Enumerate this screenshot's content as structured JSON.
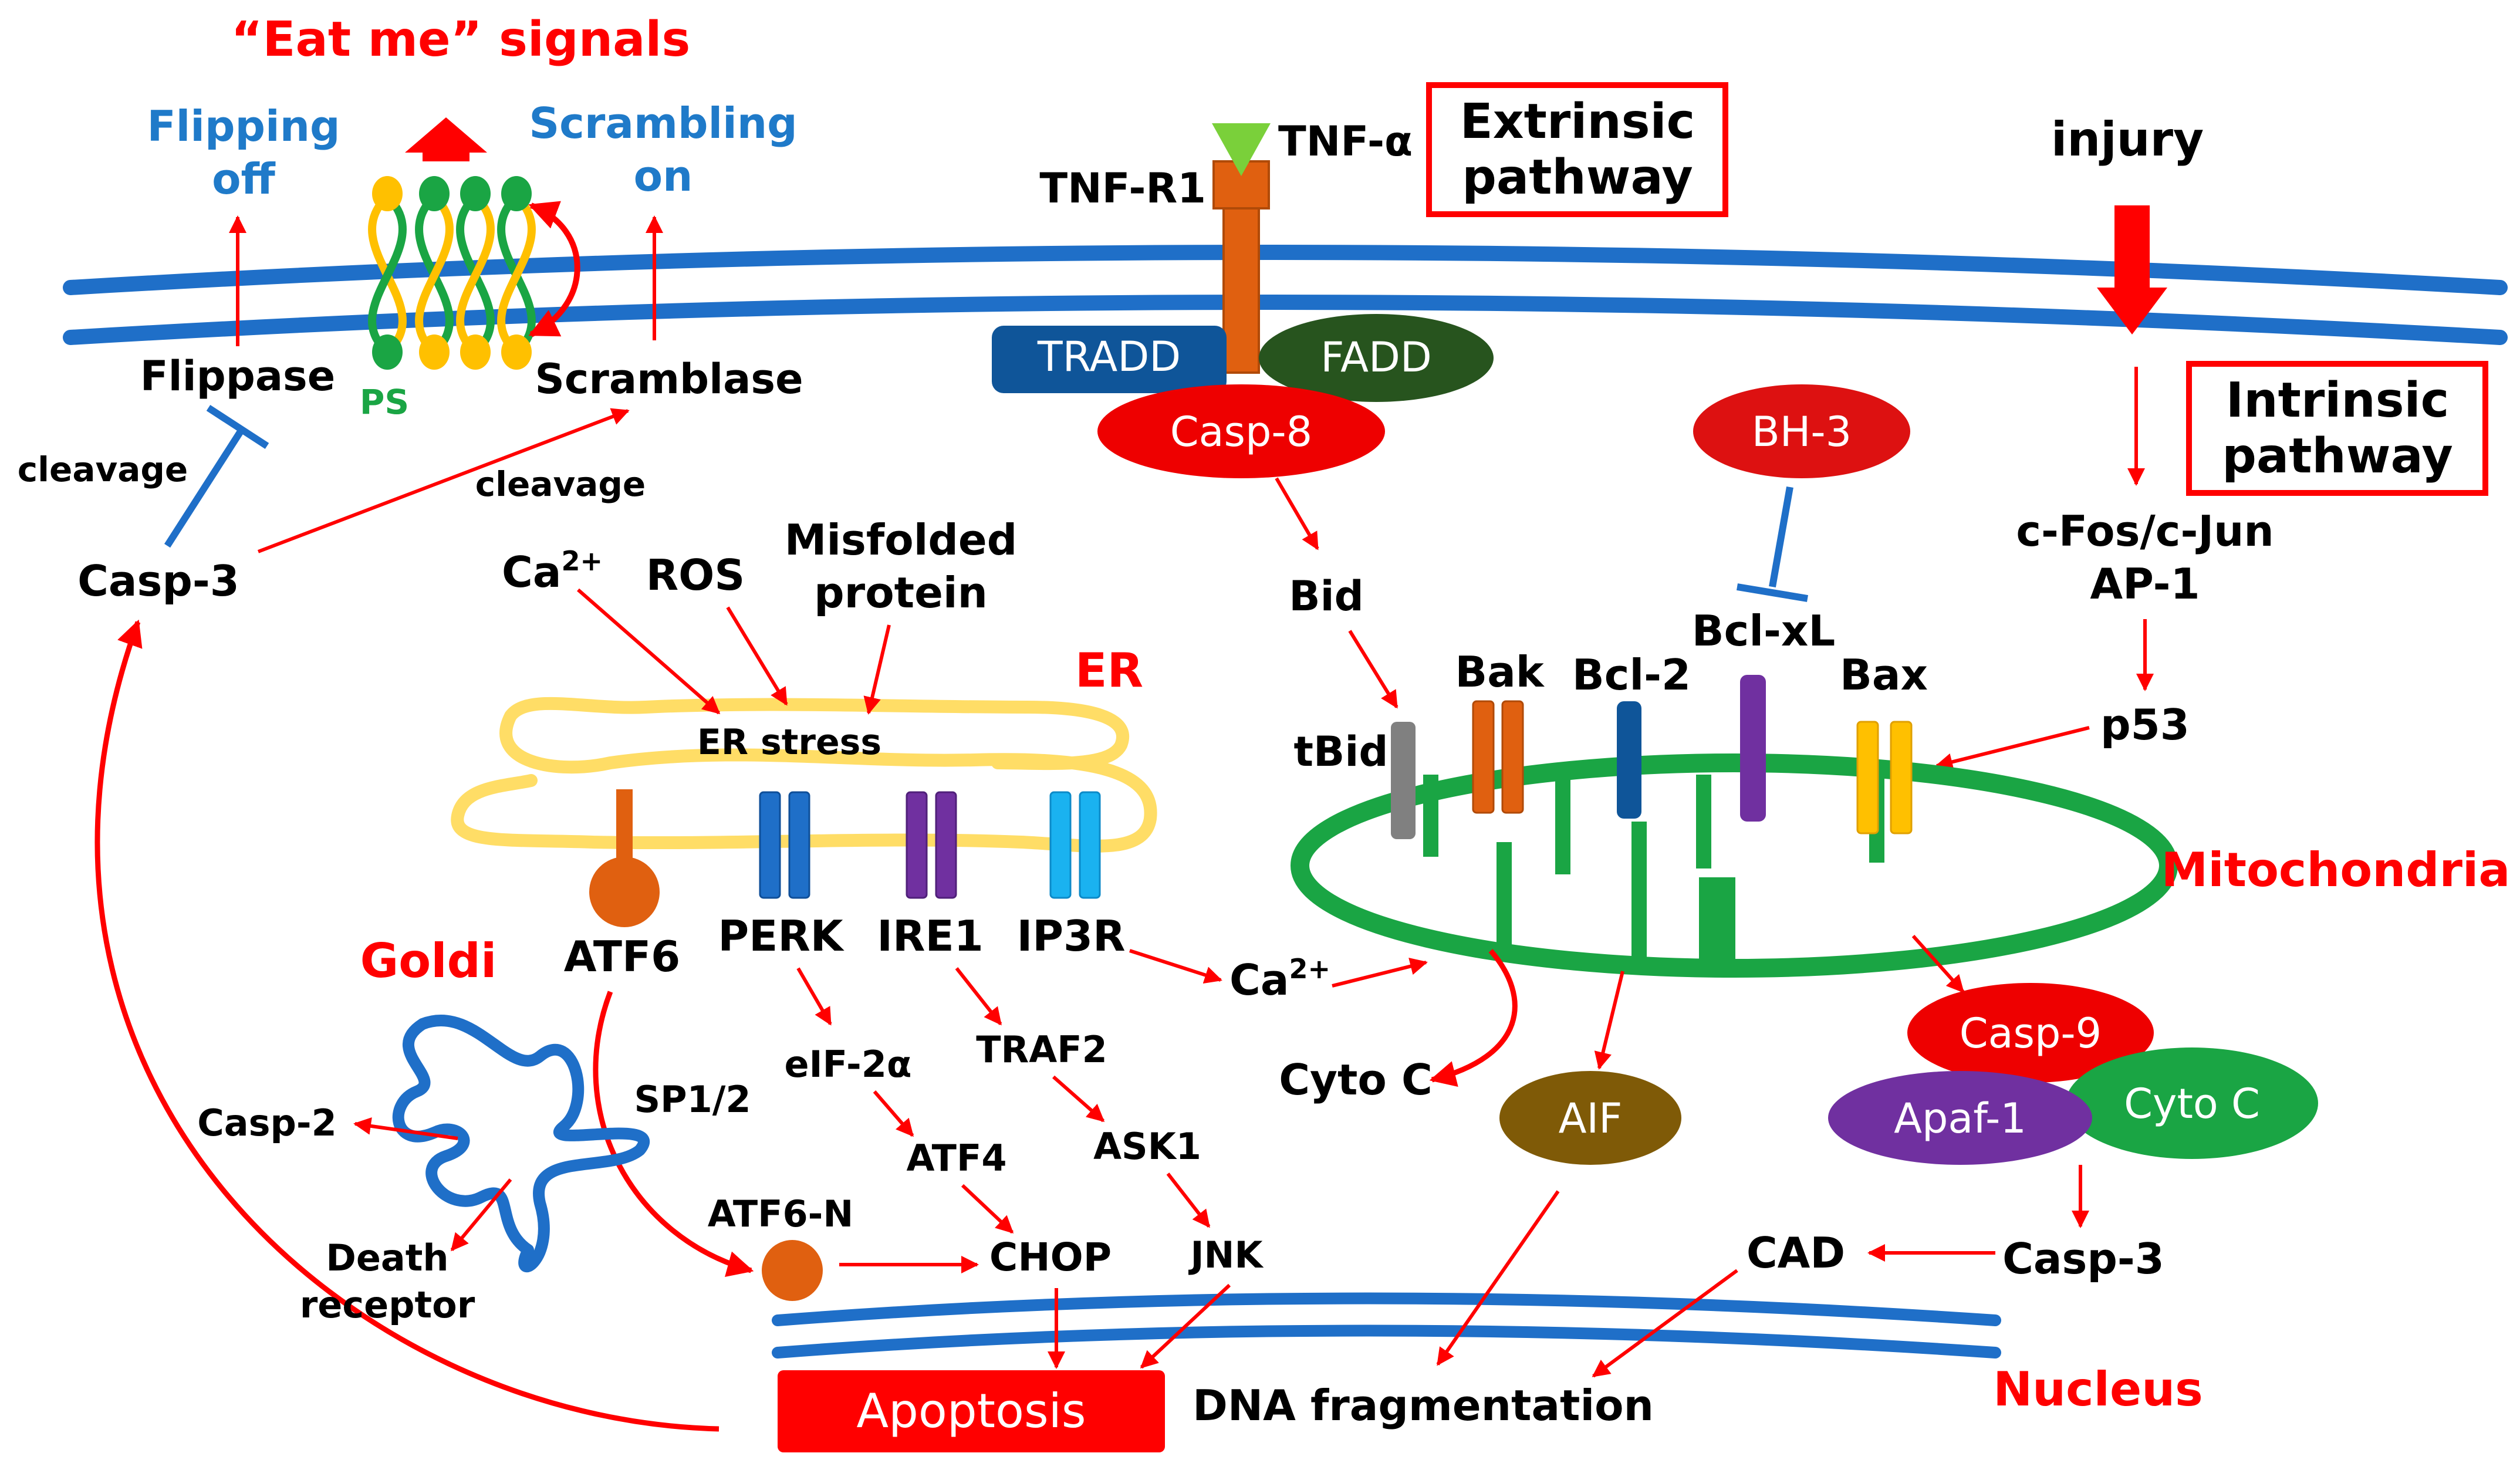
{
  "title": "“Eat me” signals",
  "membrane_labels": {
    "flipping_off": [
      "Flipping",
      "off"
    ],
    "scrambling_on": [
      "Scrambling",
      "on"
    ],
    "ps": "PS",
    "flippase": "Flippase",
    "scramblase": "Scramblase",
    "cleavage_left": "cleavage",
    "cleavage_right": "cleavage",
    "casp3_left": "Casp-3"
  },
  "extrinsic": {
    "box_label": [
      "Extrinsic",
      "pathway"
    ],
    "tnf_alpha": "TNF-α",
    "tnf_r1": "TNF-R1",
    "tradd": "TRADD",
    "fadd": "FADD",
    "casp8": "Casp-8",
    "bid": "Bid",
    "tbid": "tBid"
  },
  "intrinsic": {
    "injury": "injury",
    "box_label": [
      "Intrinsic",
      "pathway"
    ],
    "cfos": "c-Fos/c-Jun",
    "ap1": "AP-1",
    "p53": "p53",
    "bh3": "BH-3",
    "bclxl": "Bcl-xL"
  },
  "er": {
    "inputs": {
      "ca": "Ca",
      "ca_sup": "2+",
      "ros": "ROS",
      "misfolded": [
        "Misfolded",
        "protein"
      ]
    },
    "label": "ER",
    "stress": "ER stress",
    "sensors": [
      "ATF6",
      "PERK",
      "IRE1",
      "IP3R"
    ],
    "downstream": {
      "eif2a": "eIF-2α",
      "atf4": "ATF4",
      "traf2": "TRAF2",
      "ask1": "ASK1",
      "jnk": "JNK",
      "chop": "CHOP",
      "sp12": "SP1/2",
      "atf6n": "ATF6-N"
    }
  },
  "golgi": {
    "label": "Goldi",
    "casp2": "Casp-2",
    "death_receptor": [
      "Death",
      "receptor"
    ]
  },
  "mito": {
    "label": "Mitochondria",
    "proteins": [
      "Bak",
      "Bcl-2",
      "Bax"
    ],
    "ca": "Ca",
    "ca_sup": "2+",
    "cytoc": "Cyto C",
    "aif": "AIF"
  },
  "apoptosome": {
    "casp9": "Casp-9",
    "apaf1": "Apaf-1",
    "cytoc": "Cyto C",
    "casp3": "Casp-3",
    "cad": "CAD"
  },
  "nucleus": {
    "label": "Nucleus",
    "apoptosis": "Apoptosis",
    "dna_frag": "DNA fragmentation"
  },
  "colors": {
    "red": "#ff0000",
    "blue_text": "#1f7ac9",
    "membrane": "#1f6fc8",
    "mito_green": "#1aa544",
    "er_yellow": "#ffdd66",
    "tradd": "#0f5599",
    "fadd": "#27541e",
    "casp": "#ee0000",
    "aif": "#7f5a07",
    "apaf": "#7030a0",
    "cytoc": "#1aa544",
    "atf_orange": "#e06010"
  }
}
